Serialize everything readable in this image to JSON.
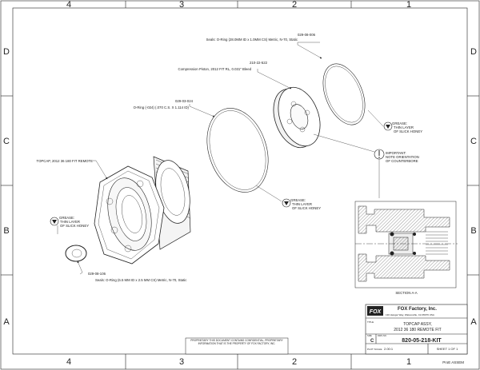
{
  "zones": {
    "columns": [
      "4",
      "3",
      "2",
      "1"
    ],
    "rows": [
      "D",
      "C",
      "B",
      "A"
    ]
  },
  "callouts": {
    "oring_large": {
      "pn": "029-08-006",
      "desc": "Seals: O-Ring (28.0MM ID x 1.0MM CS) Metric, N-70, Static"
    },
    "piston": {
      "pn": "210-22-522",
      "desc": "Compression Piston, 2012 FIT RL, 0.031\" Bleed"
    },
    "oring_mid": {
      "pn": "029-03-024",
      "desc": "O-Ring (-024) (.070 C.S. X 1.114 ID)"
    },
    "topcap": {
      "label": "TOPCAP, 2012 36 180 FIT REMOTE"
    },
    "oring_small": {
      "pn": "029-08-106",
      "desc": "Seals: O-Ring (6.5 MM ID x 2.5 MM CS) Metric, N-70, Static"
    }
  },
  "notes": {
    "grease": [
      "GREASE:",
      "THIN LAYER",
      "OF SLICK HONEY"
    ],
    "important": [
      "IMPORTANT:",
      "NOTE ORIENTATION",
      "OF COUNTERBORE"
    ]
  },
  "section_label": "SECTION  A-A",
  "title_block": {
    "logo": "FOX",
    "company": "FOX Factory, Inc.",
    "address": "130 Hangar Way, Watsonville, CA 95076 USA",
    "title_label": "TITLE",
    "title_line1": "TOPCAP ASSY,",
    "title_line2": "2012 36 180 REMOTE FIT",
    "size_label": "SIZE",
    "size": "C",
    "dwg_label": "DWG NO.",
    "dwg_no": "820-05-218-KIT",
    "scale_label": "PLOT SCALE",
    "scale": "2.00:1",
    "sheet": "SHEET 1 OF 1",
    "proprietary": "PROPRIETARY THIS DOCUMENT CONTAINS CONFIDENTIAL, PROPRIETARY INFORMATION THAT IS THE PROPERTY OF FOX FACTORY, INC.",
    "footer_right": "ProE ASSEM"
  }
}
